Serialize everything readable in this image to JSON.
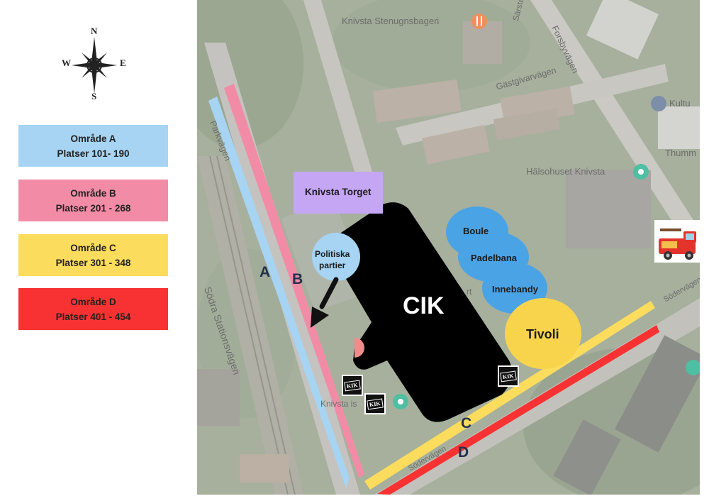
{
  "compass": {
    "n": "N",
    "s": "S",
    "e": "E",
    "w": "W"
  },
  "legend": [
    {
      "title": "Område A",
      "range": "Platser 101- 190",
      "color": "#a6d4f2"
    },
    {
      "title": "Område B",
      "range": "Platser 201 - 268",
      "color": "#f28ca6"
    },
    {
      "title": "Område C",
      "range": "Platser 301 - 348",
      "color": "#fcdc5c"
    },
    {
      "title": "Område D",
      "range": "Platser 401 - 454",
      "color": "#f83232"
    }
  ],
  "map": {
    "street_labels": {
      "parkvagen": "Parkvägen",
      "sodra_stationsvagen": "Södra Stationsvägen",
      "gastgivarvagen": "Gästgivarvägen",
      "forsbyvagen": "Forsbyvägen",
      "sarsta_torg": "Särsta Torg",
      "sodervagen_1": "Södervägen",
      "sodervagen_2": "Södervägen"
    },
    "poi_labels": {
      "bakery": "Knivsta Stenugnsbageri",
      "halsohuset": "Hälsohuset Knivsta",
      "kultur": "Kultu",
      "thumm": "Thumm",
      "knivsta_is": "Knivsta is",
      "sport_partial": "rt"
    },
    "knivsta_torget": "Knivsta Torget",
    "politiska_partier": [
      "Politiska",
      "partier"
    ],
    "cik": "CIK",
    "activities": {
      "boule": "Boule",
      "padelbana": "Padelbana",
      "innebandy": "Innebandy",
      "tivoli": "Tivoli"
    },
    "zone_letters": {
      "a": "A",
      "b": "B",
      "c": "C",
      "d": "D"
    },
    "kik_badge": "KIK"
  }
}
